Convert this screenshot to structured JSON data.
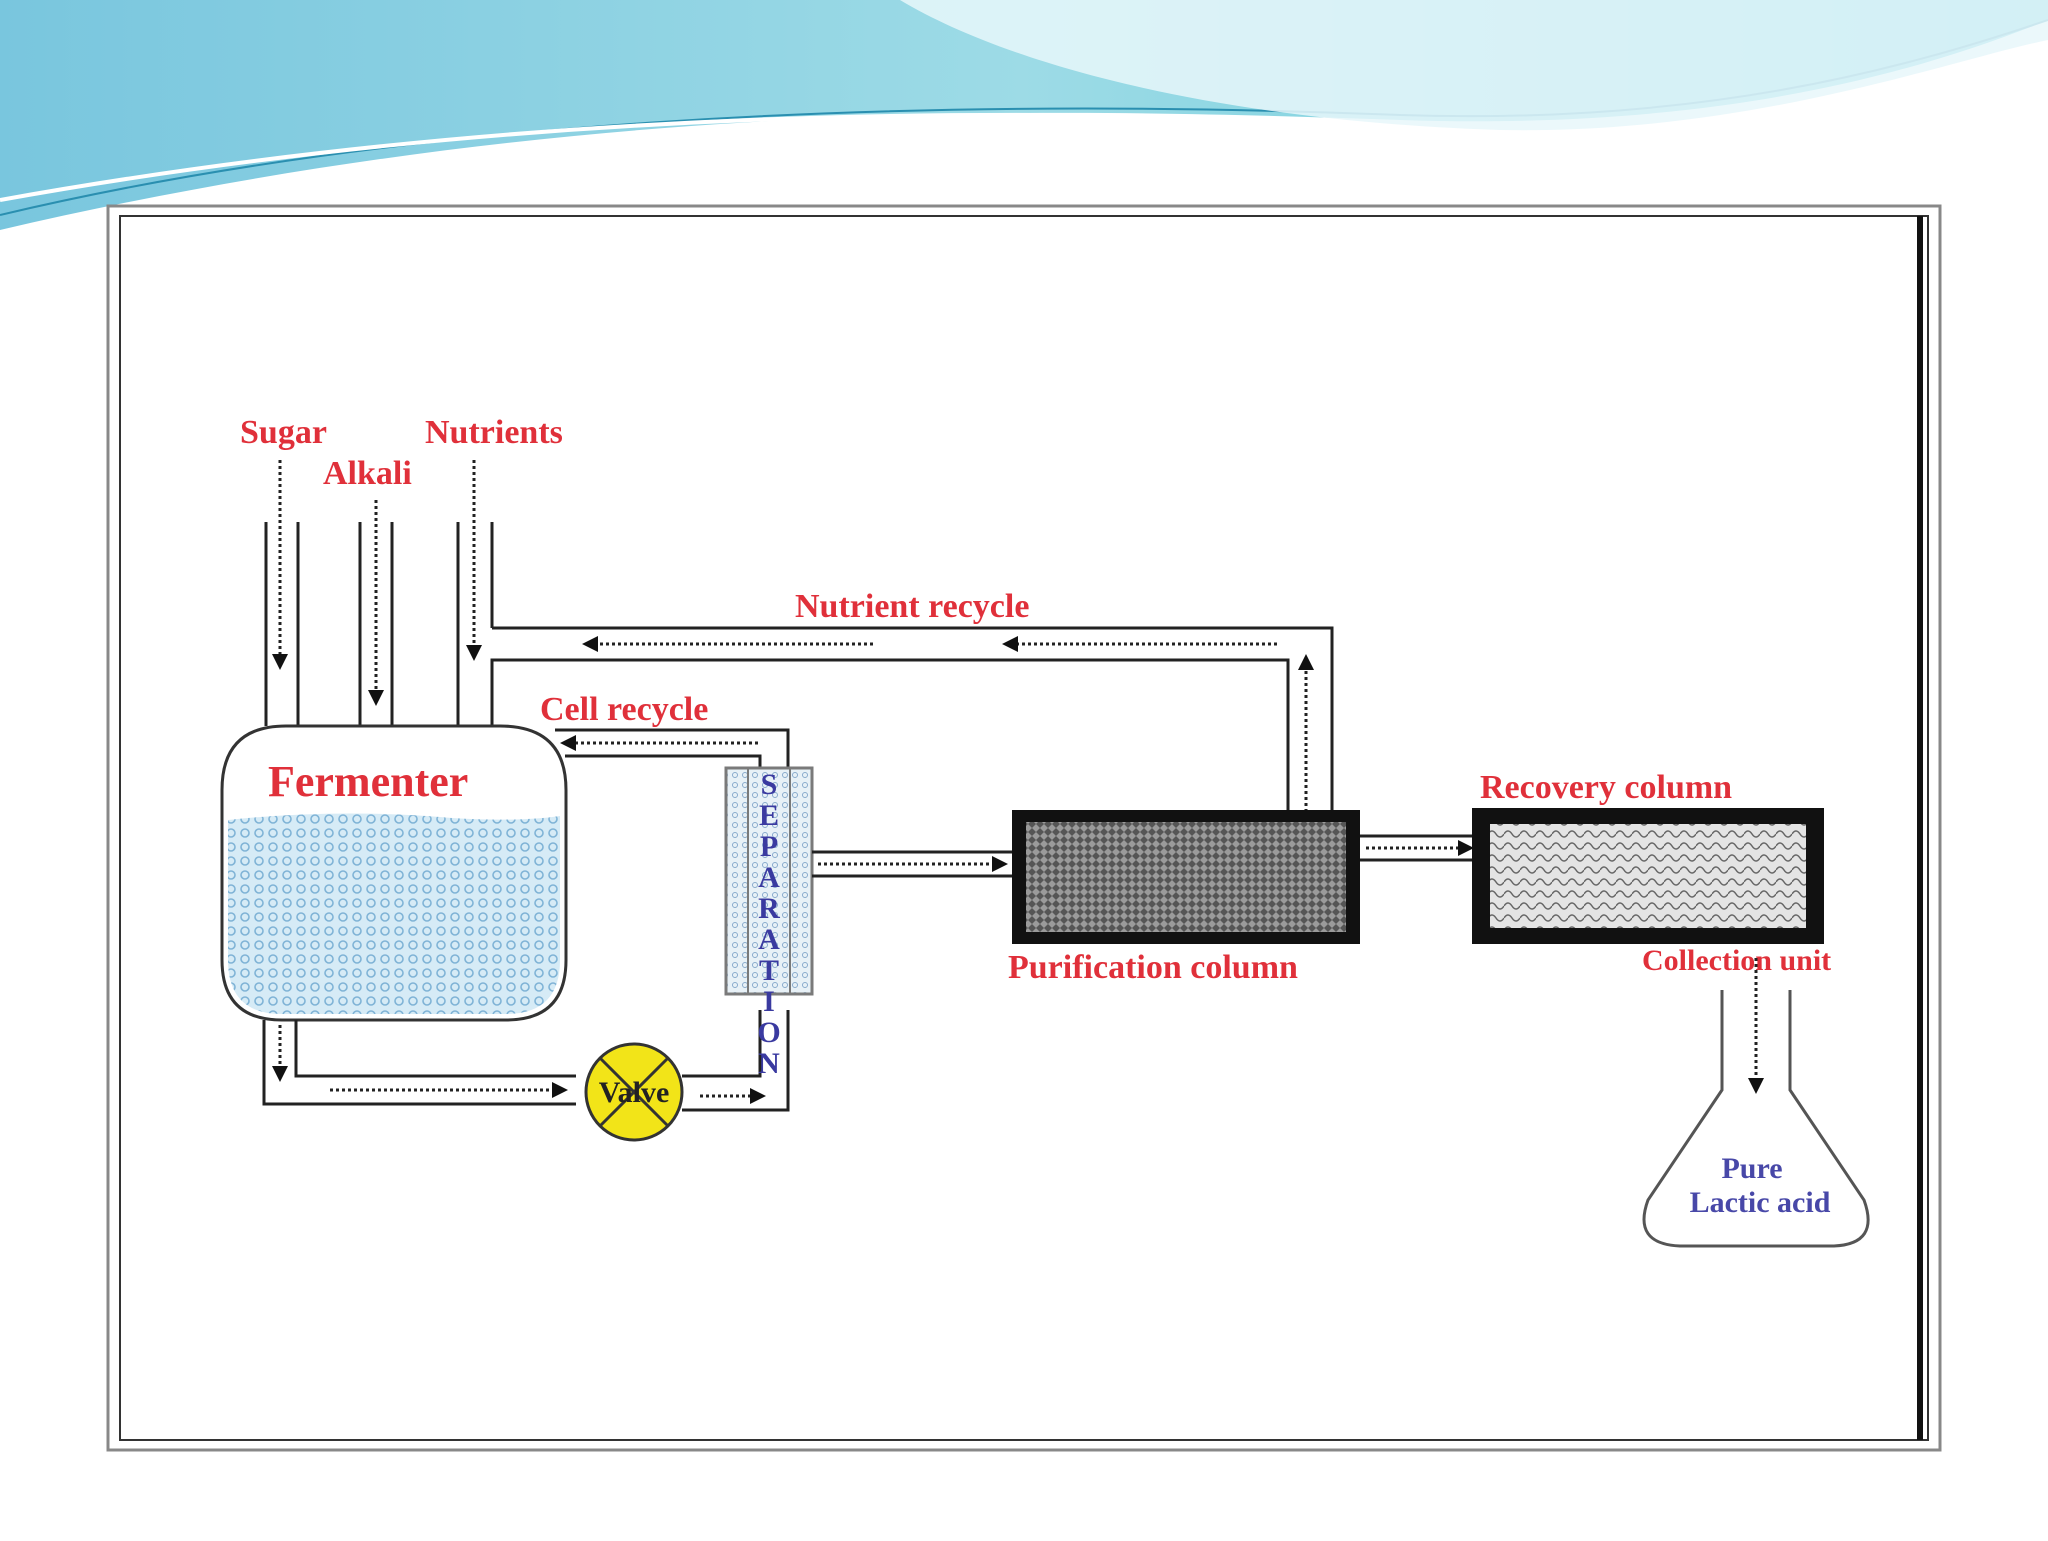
{
  "inputs": {
    "sugar": "Sugar",
    "alkali": "Alkali",
    "nutrients": "Nutrients"
  },
  "fermenter": {
    "label": "Fermenter"
  },
  "recycle": {
    "nutrient": "Nutrient recycle",
    "cell": "Cell recycle"
  },
  "separation": {
    "letters": [
      "S",
      "E",
      "P",
      "A",
      "R",
      "A",
      "T",
      "I",
      "O",
      "N"
    ]
  },
  "valve": {
    "label": "Valve"
  },
  "purification": {
    "label": "Purification column"
  },
  "recovery": {
    "label": "Recovery column"
  },
  "collection": {
    "label": "Collection unit"
  },
  "flask": {
    "line1": "Pure",
    "line2": "Lactic acid"
  },
  "colors": {
    "label_red": "#e0303a",
    "flask_text_blue": "#4848a8",
    "valve_yellow": "#f2e418",
    "liquid_blue": "#cfe6f3",
    "header_teal": "#6fd0dc"
  }
}
